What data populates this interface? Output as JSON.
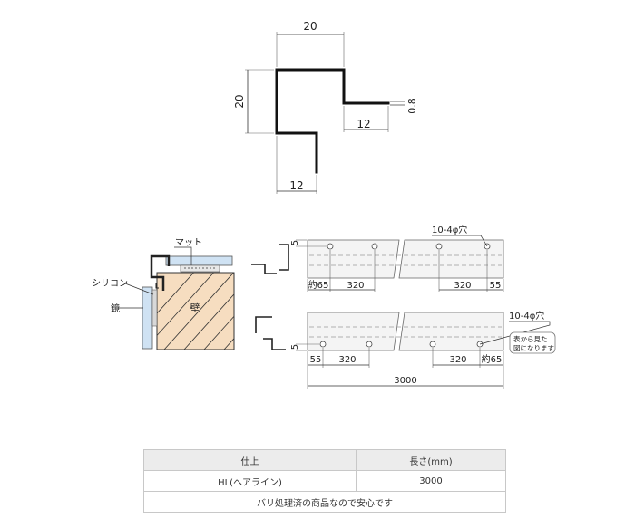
{
  "profile": {
    "dim_top_width": "20",
    "dim_left_height": "20",
    "dim_inner_flange": "12",
    "dim_thickness": "0.8",
    "dim_bottom_leg": "12"
  },
  "install_section": {
    "mat_label": "マット",
    "silicone_label": "シリコン",
    "mirror_label": "鏡",
    "wall_label": "壁"
  },
  "bar_top": {
    "hole_label": "10-4φ穴",
    "dim_height": "5",
    "dim_left_end": "約65",
    "dim_left_pitch": "320",
    "dim_right_pitch": "320",
    "dim_right_end": "55"
  },
  "bar_bottom": {
    "hole_label": "10-4φ穴",
    "note_line1": "表から見た",
    "note_line2": "図になります",
    "dim_height": "5",
    "dim_left_end": "55",
    "dim_left_pitch": "320",
    "dim_right_pitch": "320",
    "dim_right_end": "約65",
    "dim_total": "3000"
  },
  "spec_table": {
    "header_finish": "仕上",
    "header_length": "長さ(mm)",
    "row_finish": "HL(ヘアライン)",
    "row_length": "3000",
    "note": "バリ処理済の商品なので安心です"
  }
}
